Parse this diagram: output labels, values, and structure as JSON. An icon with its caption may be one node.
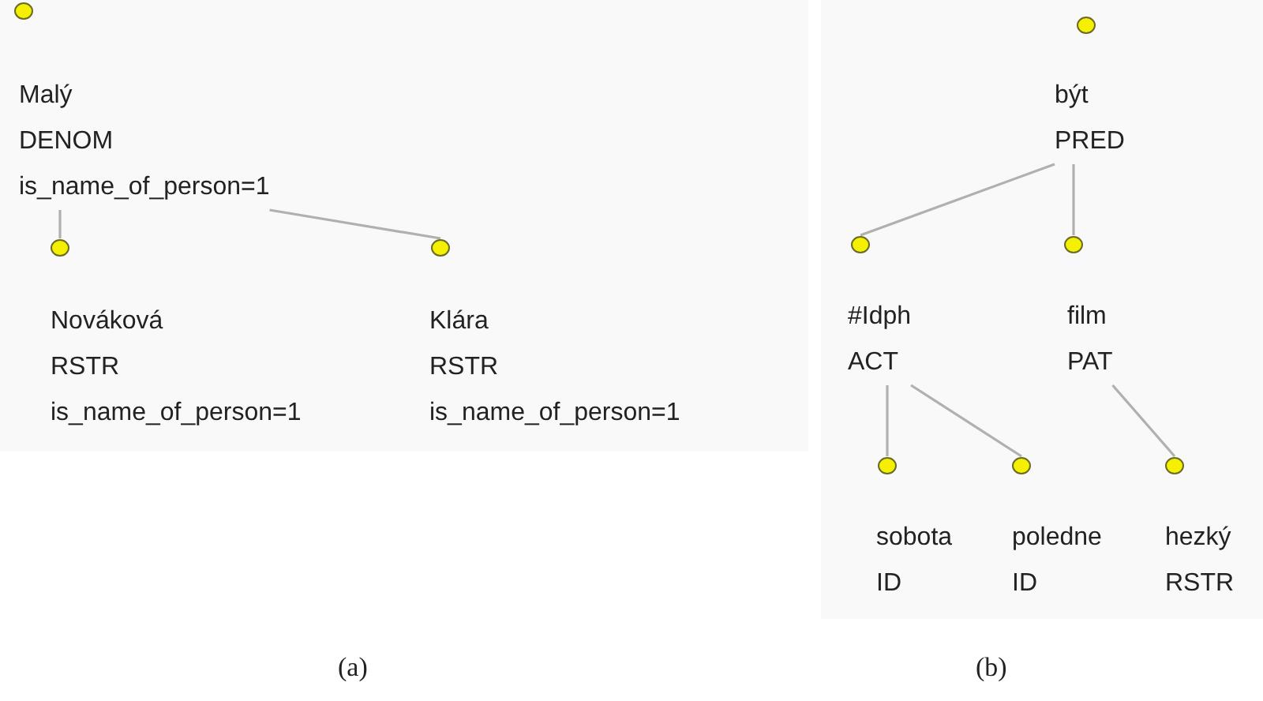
{
  "diagram": {
    "nodes": [
      {
        "text": [
          "Malý",
          "DENOM",
          "is_name_of_person=1"
        ]
      },
      {
        "text": [
          "Nováková",
          "RSTR",
          "is_name_of_person=1"
        ]
      },
      {
        "text": [
          "Klára",
          "RSTR",
          "is_name_of_person=1"
        ]
      },
      {
        "text": [
          "být",
          "PRED"
        ]
      },
      {
        "text": [
          "#Idph",
          "ACT"
        ]
      },
      {
        "text": [
          "film",
          "PAT"
        ]
      },
      {
        "text": [
          "sobota",
          "ID"
        ]
      },
      {
        "text": [
          "poledne",
          "ID"
        ]
      },
      {
        "text": [
          "hezký",
          "RSTR"
        ]
      }
    ],
    "edges": [
      {
        "from": 0,
        "to": 1,
        "arrow": "none"
      },
      {
        "from": 0,
        "to": 2,
        "arrow": "none"
      },
      {
        "from": 3,
        "to": 4,
        "arrow": "none"
      },
      {
        "from": 3,
        "to": 5,
        "arrow": "none"
      },
      {
        "from": 4,
        "to": 6,
        "arrow": "none"
      },
      {
        "from": 4,
        "to": 7,
        "arrow": "none"
      },
      {
        "from": 5,
        "to": 8,
        "arrow": "none"
      }
    ],
    "labels": [
      "(a)",
      "(b)"
    ]
  }
}
